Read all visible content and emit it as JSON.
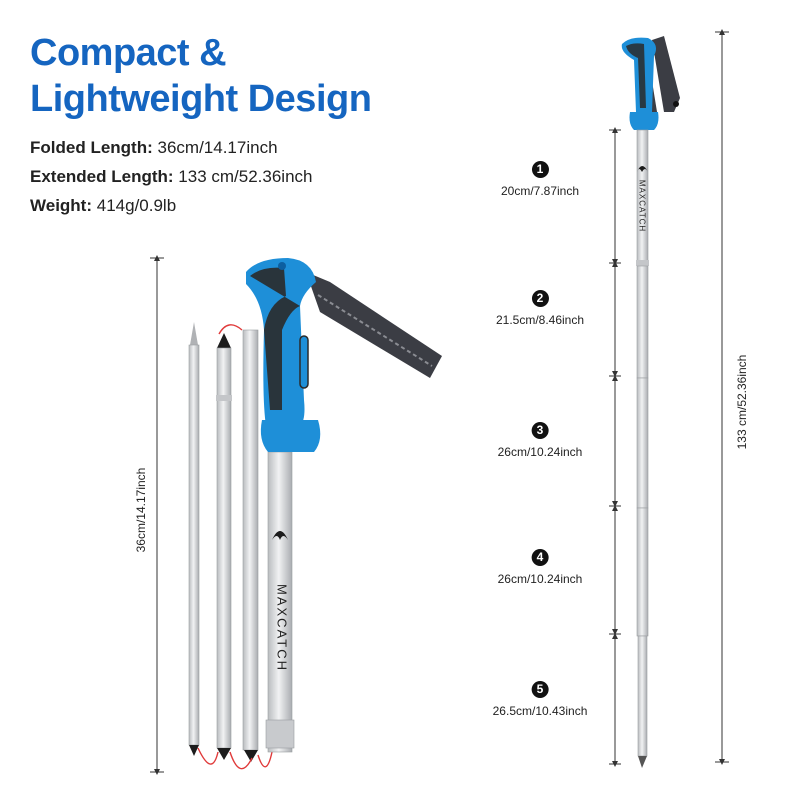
{
  "title": {
    "line1": "Compact &",
    "line2": "Lightweight Design"
  },
  "specs": [
    {
      "label": "Folded Length:",
      "value": "36cm/14.17inch"
    },
    {
      "label": "Extended Length:",
      "value": "133 cm/52.36inch"
    },
    {
      "label": "Weight:",
      "value": "414g/0.9lb"
    }
  ],
  "folded_dimension": "36cm/14.17inch",
  "total_dimension": "133 cm/52.36inch",
  "brand": "MAXCATCH",
  "segments": [
    {
      "number": "1",
      "length": "20cm/7.87inch"
    },
    {
      "number": "2",
      "length": "21.5cm/8.46inch"
    },
    {
      "number": "3",
      "length": "26cm/10.24inch"
    },
    {
      "number": "4",
      "length": "26cm/10.24inch"
    },
    {
      "number": "5",
      "length": "26.5cm/10.43inch"
    }
  ],
  "colors": {
    "accent_blue": "#1e8fd8",
    "title_blue": "#1565c0",
    "aluminum": "#d4d6d8",
    "grip_dark": "#2a2a2a",
    "strap": "#3b3d44"
  }
}
